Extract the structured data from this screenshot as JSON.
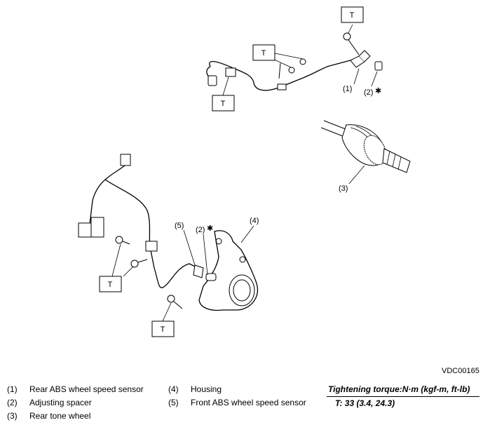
{
  "diagram": {
    "callouts": {
      "c1_top": "(1)",
      "c2_top": "(2)",
      "c3": "(3)",
      "c4": "(4)",
      "c5": "(5)",
      "c2_front": "(2)",
      "asterisk": "✱"
    },
    "torque_box_label": "T",
    "figure_code": "VDC00165"
  },
  "legend": {
    "col1": [
      {
        "num": "(1)",
        "text": "Rear ABS wheel speed sensor"
      },
      {
        "num": "(2)",
        "text": "Adjusting spacer"
      },
      {
        "num": "(3)",
        "text": "Rear tone wheel"
      }
    ],
    "col2": [
      {
        "num": "(4)",
        "text": "Housing"
      },
      {
        "num": "(5)",
        "text": "Front ABS wheel speed sensor"
      }
    ]
  },
  "torque": {
    "header": "Tightening torque:N·m (kgf-m, ft-lb)",
    "value": "T:   33 (3.4, 24.3)"
  }
}
